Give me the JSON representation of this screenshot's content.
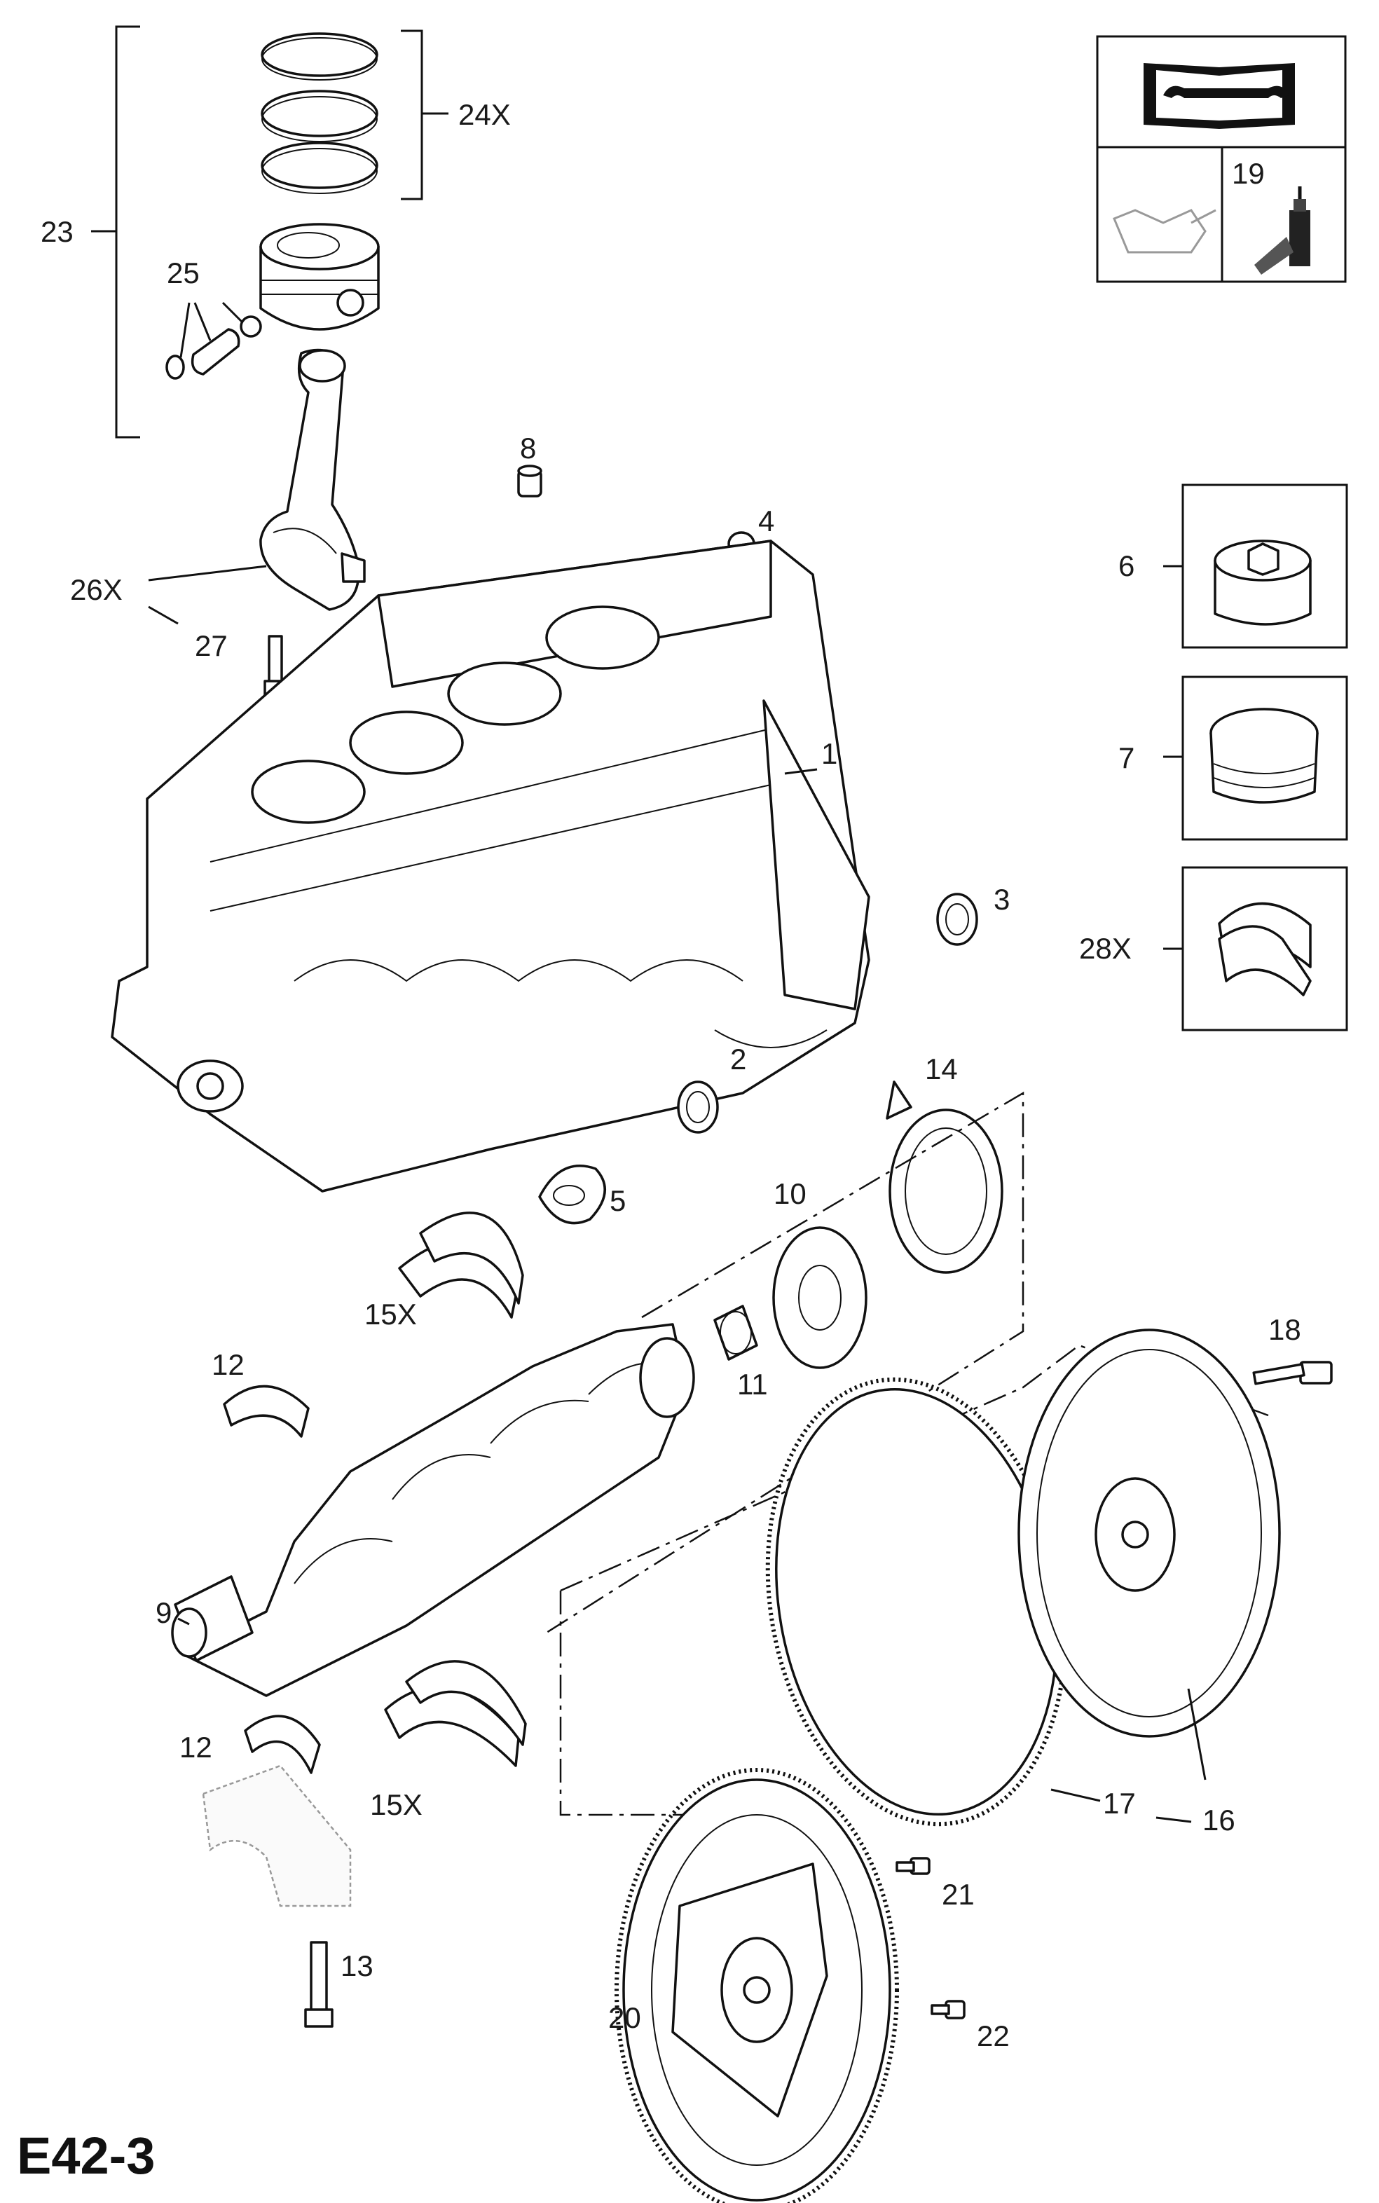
{
  "diagram_code": "E42-3",
  "callouts": {
    "c1": "1",
    "c2": "2",
    "c3": "3",
    "c4": "4",
    "c5": "5",
    "c6": "6",
    "c7": "7",
    "c8": "8",
    "c9": "9",
    "c10": "10",
    "c11": "11",
    "c12a": "12",
    "c12b": "12",
    "c13": "13",
    "c14": "14",
    "c15a": "15X",
    "c15b": "15X",
    "c16": "16",
    "c17": "17",
    "c18": "18",
    "c19": "19",
    "c20": "20",
    "c21": "21",
    "c22": "22",
    "c23": "23",
    "c24": "24X",
    "c25": "25",
    "c26": "26X",
    "c27": "27",
    "c28": "28X"
  },
  "icons": {
    "legend_book": "manual-wrench-icon",
    "legend_oil": "oil-can-icon",
    "legend_sealant": "sealant-tube-icon"
  }
}
